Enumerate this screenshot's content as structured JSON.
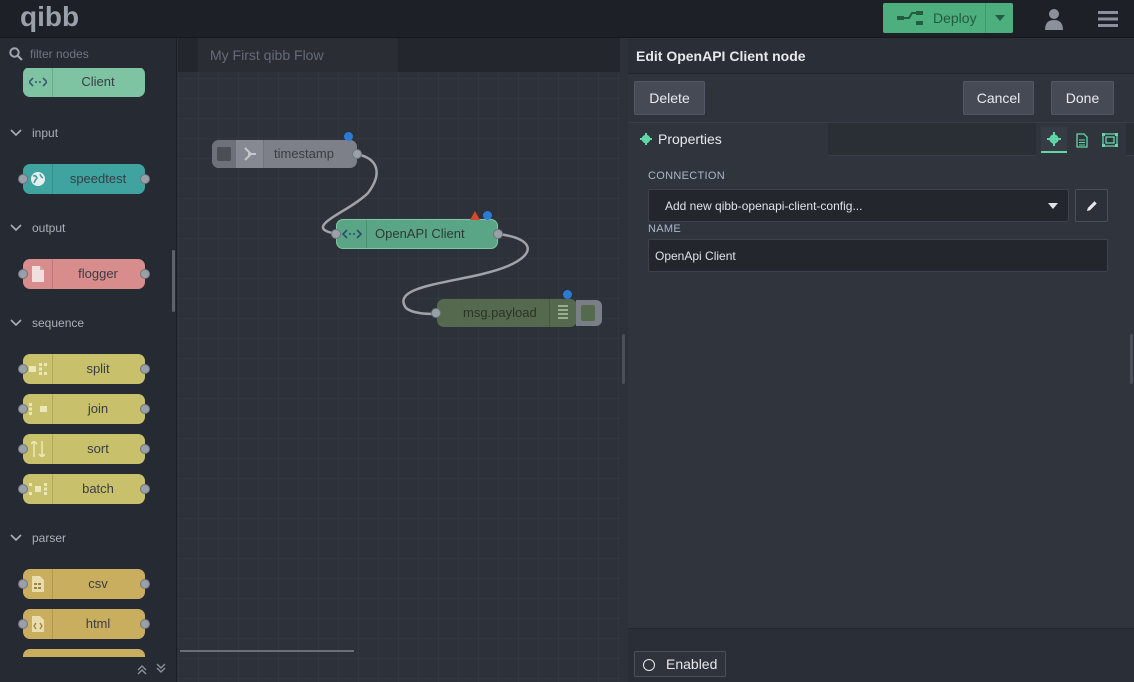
{
  "header": {
    "logo_text": "qibb",
    "deploy_label": "Deploy",
    "colors": {
      "accent": "#4caf7d",
      "bg": "#1e2027"
    }
  },
  "palette": {
    "filter_placeholder": "filter nodes",
    "top_node": {
      "label": "Client"
    },
    "categories": [
      {
        "label": "input",
        "nodes": [
          {
            "label": "speedtest",
            "color": "#3fa3a0"
          }
        ]
      },
      {
        "label": "output",
        "nodes": [
          {
            "label": "flogger",
            "color": "#d98c8c"
          }
        ]
      },
      {
        "label": "sequence",
        "nodes": [
          {
            "label": "split",
            "color": "#c8c06a"
          },
          {
            "label": "join",
            "color": "#c8c06a"
          },
          {
            "label": "sort",
            "color": "#c8c06a"
          },
          {
            "label": "batch",
            "color": "#c8c06a"
          }
        ]
      },
      {
        "label": "parser",
        "nodes": [
          {
            "label": "csv",
            "color": "#c9ae5f"
          },
          {
            "label": "html",
            "color": "#c9ae5f"
          }
        ]
      }
    ]
  },
  "workspace": {
    "tab_label": "My First qibb Flow",
    "nodes": [
      {
        "id": "timestamp",
        "label": "timestamp"
      },
      {
        "id": "openapi",
        "label": "OpenAPI Client"
      },
      {
        "id": "debug",
        "label": "msg.payload"
      }
    ]
  },
  "tray": {
    "title": "Edit OpenAPI Client node",
    "delete_label": "Delete",
    "cancel_label": "Cancel",
    "done_label": "Done",
    "properties_tab": "Properties",
    "connection_label": "Connection",
    "connection_value": "Add new qibb-openapi-client-config...",
    "name_label": "Name",
    "name_value": "OpenApi Client",
    "enabled_label": "Enabled"
  }
}
